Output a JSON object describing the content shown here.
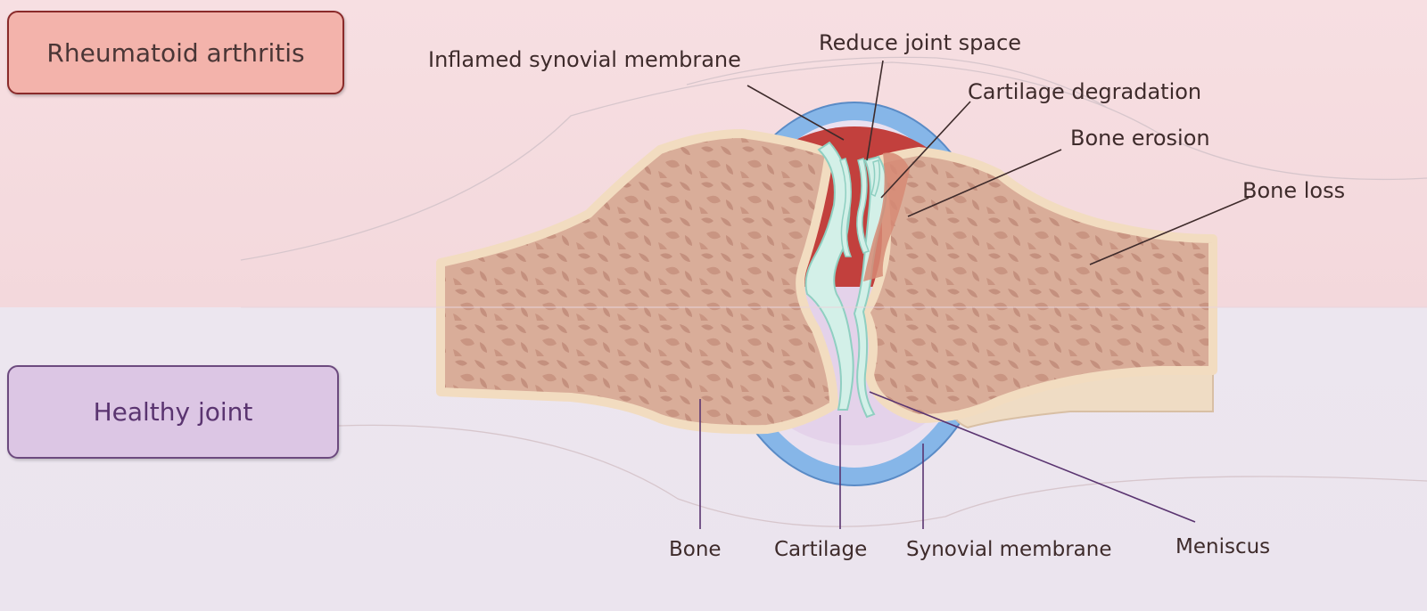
{
  "panels": {
    "rheumatoid_label": "Rheumatoid arthritis",
    "healthy_label": "Healthy joint"
  },
  "labels": {
    "inflamed_synovial_membrane": "Inflamed synovial membrane",
    "reduce_joint_space": "Reduce joint space",
    "cartilage_degradation": "Cartilage degradation",
    "bone_erosion": "Bone erosion",
    "bone_loss": "Bone loss",
    "bone": "Bone",
    "cartilage": "Cartilage",
    "synovial_membrane": "Synovial membrane",
    "meniscus": "Meniscus"
  },
  "colors": {
    "ra_background": "#f6dde0",
    "healthy_background": "#ece6ef",
    "bone_fill": "#dcb19c",
    "bone_outline": "#f2dcc0",
    "inflamed_tissue": "#c0403c",
    "synovial_capsule": "#7db3e8",
    "cartilage": "#cfeee6",
    "joint_fluid": "#e4d2ea"
  }
}
